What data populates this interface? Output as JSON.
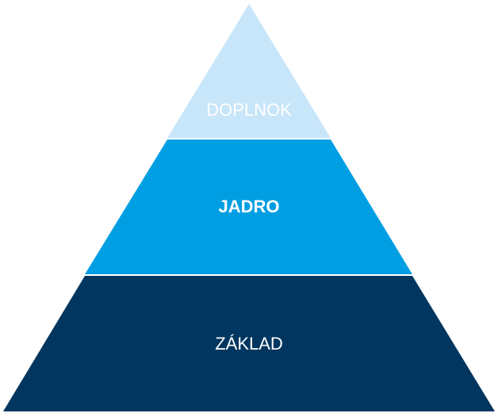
{
  "pyramid": {
    "tiers": [
      {
        "label": "DOPLNOK",
        "color": "#c8e6fa",
        "weight": "normal"
      },
      {
        "label": "JADRO",
        "color": "#009fe3",
        "weight": "bold"
      },
      {
        "label": "ZÁKLAD",
        "color": "#00365f",
        "weight": "normal"
      }
    ],
    "separator_color": "#ffffff",
    "label_color": "#ffffff"
  }
}
